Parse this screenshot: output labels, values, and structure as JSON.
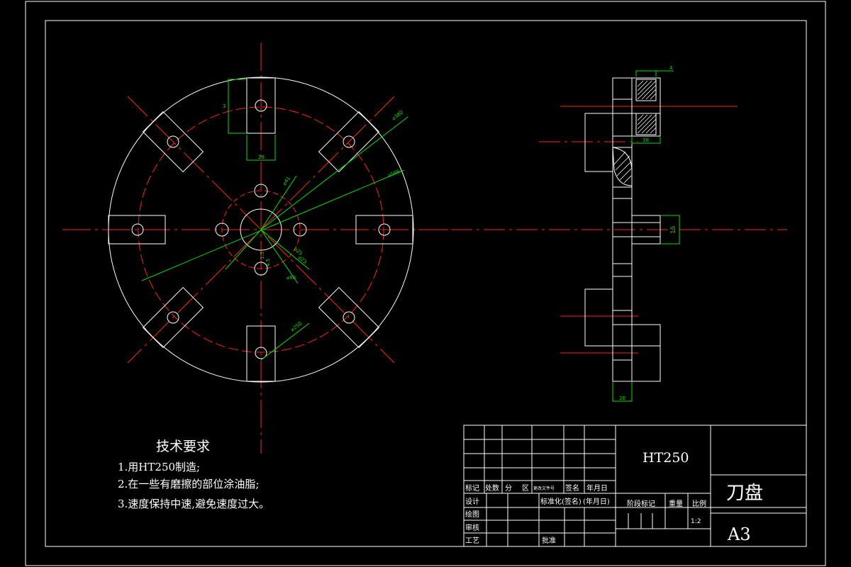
{
  "tech": {
    "title": "技术要求",
    "items": [
      "1.用HT250制造;",
      "2.在一些有磨擦的部位涂油脂;",
      "3.速度保持中速,避免速度过大。"
    ]
  },
  "front_dims": {
    "d_top": "3",
    "w_top": "28",
    "dia_outer": "⌀380",
    "dia_a41": "⌀41",
    "dia_f": "⌀566",
    "dia_25": "⌀25",
    "dia_23": "⌀23",
    "dim_15": "1.5",
    "dim_45": "4.5",
    "dia_a80": "⌀80",
    "dia_250": "⌀250"
  },
  "side_dims": {
    "top": "4",
    "w38": "38",
    "h15": "15",
    "bottom": "20"
  },
  "title_block": {
    "material": "HT250",
    "part_name": "刀盘",
    "sheet": "A3",
    "row_labels": [
      "标记",
      "处数",
      "分",
      "区",
      "更改文件号",
      "签名",
      "年月日"
    ],
    "design": "设计",
    "standard": "标准化(签名)",
    "date": "(年月日)",
    "stage_mark": "阶段标记",
    "weight": "重量",
    "scale_label": "比例",
    "scale_value": "1:2",
    "drawing": "绘图",
    "review": "审核",
    "process": "工艺",
    "approve": "批准"
  }
}
